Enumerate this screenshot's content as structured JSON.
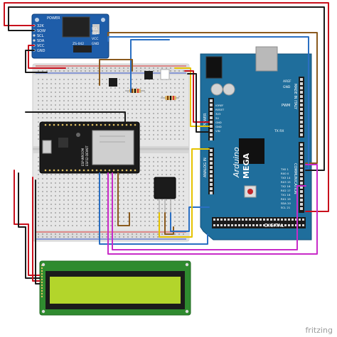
{
  "rtc": {
    "pins": [
      "32K",
      "SQW",
      "SCL",
      "SDA",
      "VCC",
      "GND"
    ],
    "pins_right": [
      "SCL",
      "SDA",
      "VCC",
      "GND"
    ],
    "power_label": "POWER",
    "model": "ZS-042"
  },
  "arduino": {
    "brand": "Arduino",
    "model": "MEGA",
    "made_in": "MADE IN ITALY",
    "digital": "DIGITAL",
    "power": "POWER",
    "analog": "ANALOG IN",
    "communication": "COMMUNICATION",
    "aref": "AREF",
    "gnd": "GND",
    "tx_rx": "TX RX",
    "pwm": "PWM",
    "power_pins": [
      "IOREF",
      "RESET",
      "3V3",
      "5V",
      "GND",
      "GND",
      "VIN"
    ],
    "comm_pins": [
      "TX0 1",
      "RX0 0",
      "TX3 14",
      "RX3 15",
      "TX2 16",
      "RX2 17",
      "TX1 18",
      "RX1 19",
      "SDA 20",
      "SCL 21"
    ]
  },
  "esp32": {
    "label_line1": "ESP-WROOM",
    "label_line2": "ESP32-DEVKIT"
  },
  "lcd": {
    "type": "16x2 LCD"
  },
  "watermark": "fritzing",
  "colors": {
    "arduino_blue": "#1f6e9c",
    "esp_black": "#1b1b1b",
    "lcd_green": "#b3d52b",
    "rtc_blue": "#1e5da9",
    "breadboard": "#e9e9e9",
    "wire_red": "#c8101c",
    "wire_black": "#1a1a1a",
    "wire_brown": "#8a5a1e",
    "wire_blue": "#2a6fc2",
    "wire_magenta": "#c82bc8",
    "wire_yellow": "#e6c300"
  }
}
